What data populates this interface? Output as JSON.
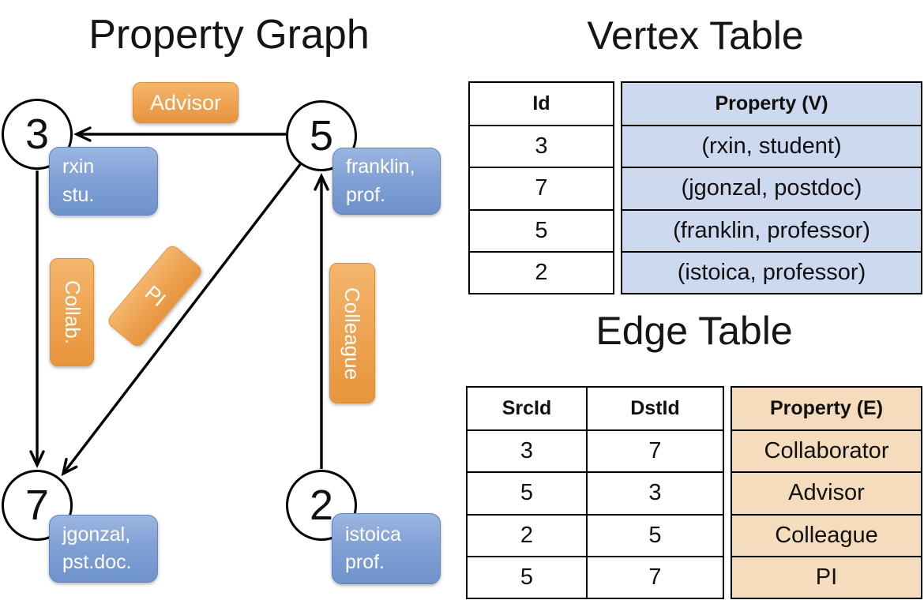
{
  "graph": {
    "title": "Property Graph",
    "nodes": {
      "n3": {
        "id": "3",
        "line1": "rxin",
        "line2": "stu."
      },
      "n5": {
        "id": "5",
        "line1": "franklin,",
        "line2": "prof."
      },
      "n7": {
        "id": "7",
        "line1": "jgonzal,",
        "line2": "pst.doc."
      },
      "n2": {
        "id": "2",
        "line1": "istoica",
        "line2": "prof."
      }
    },
    "edge_labels": {
      "advisor": "Advisor",
      "collab": "Collab.",
      "pi": "PI",
      "colleague": "Colleague"
    }
  },
  "vertex_table": {
    "title": "Vertex Table",
    "columns": {
      "id": "Id",
      "property": "Property (V)"
    },
    "rows": [
      {
        "id": "3",
        "property": "(rxin, student)"
      },
      {
        "id": "7",
        "property": "(jgonzal, postdoc)"
      },
      {
        "id": "5",
        "property": "(franklin, professor)"
      },
      {
        "id": "2",
        "property": "(istoica, professor)"
      }
    ]
  },
  "edge_table": {
    "title": "Edge Table",
    "columns": {
      "src": "SrcId",
      "dst": "DstId",
      "property": "Property (E)"
    },
    "rows": [
      {
        "src": "3",
        "dst": "7",
        "property": "Collaborator"
      },
      {
        "src": "5",
        "dst": "3",
        "property": "Advisor"
      },
      {
        "src": "2",
        "dst": "5",
        "property": "Colleague"
      },
      {
        "src": "5",
        "dst": "7",
        "property": "PI"
      }
    ]
  },
  "colors": {
    "edge_label_orange": "#E8953C",
    "vertex_box_blue": "#6E92CC",
    "vertex_table_fill": "#CDD9EF",
    "edge_table_fill": "#F5DCBC",
    "line_black": "#000000"
  }
}
